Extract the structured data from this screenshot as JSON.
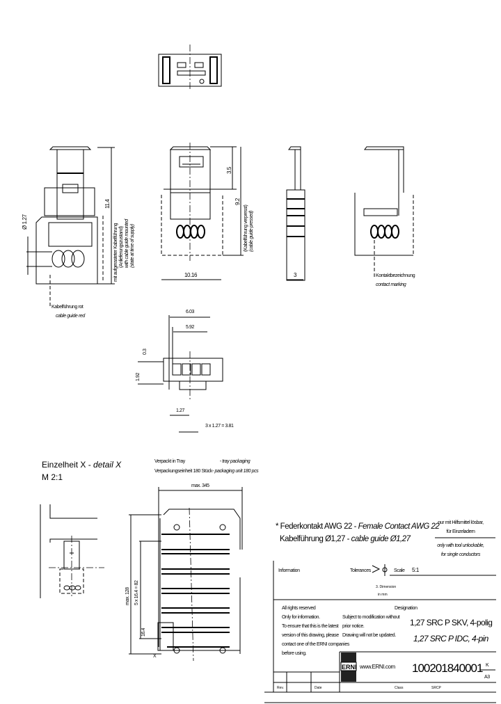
{
  "notes": {
    "cable_guide_red_de": "Kabelführung rot",
    "cable_guide_red_en": "cable guide red",
    "mounted_de": "mit aufgerasteter Kabelführung",
    "mounted_de2": "(Anlieferungszustand)",
    "mounted_en": "with cable guide mounted",
    "mounted_en2": "(state at time of supply)",
    "pressed_de": "(Kabelführung verpresst)",
    "pressed_en": "(cable guide pressed)",
    "contact_marking_de": "Kontaktbezeichnung",
    "contact_marking_en": "contact marking"
  },
  "dimensions": {
    "d_1_27_guide": "Ø 1.27",
    "d_11_4": "11.4",
    "d_3_5": "3.5",
    "d_9_2": "9.2",
    "d_10_16": "10.16",
    "d_3": "3",
    "d_6_03": "6.03",
    "d_5_92": "5.92",
    "d_1_27": "1.27",
    "d_3x127": "3 x 1.27 = 3.81",
    "d_1_92": "1.92",
    "d_0_3": "0.3",
    "d_max345": "max. 345",
    "d_max128": "max. 128",
    "d_5x164": "5 x 16.4 = 82",
    "d_16_4": "16.4",
    "detail_marker": "X"
  },
  "detail": {
    "title_de": "Einzelheit X - ",
    "title_en": "detail X",
    "scale": "M 2:1"
  },
  "packaging": {
    "line1_de": "Verpackt in Tray",
    "line1_en": "- tray packaging",
    "line2_de": "Verpackungseinheit 180 Stück",
    "line2_en": "- packaging unit 180 pcs"
  },
  "product_note": {
    "line1_de": "* Federkontakt AWG 22 - ",
    "line1_en": "Female Contact AWG 22",
    "line2_de": "Kabelführung Ø1,27 - ",
    "line2_en": "cable guide Ø1,27",
    "tool_de1": "nur mit Hilfsmittel lösbar,",
    "tool_de2": "für Einzeladern",
    "tool_en1": "only with tool unlockable,",
    "tool_en2": "for single conductors"
  },
  "title_block": {
    "information": "Information",
    "tolerances": "Tolerances",
    "scale_label": "Scale",
    "scale_value": "5:1",
    "dimension_label": "3. Dimension",
    "dimension_unit": "in mm",
    "rights": [
      "All rights reserved",
      "Only for information.",
      "To ensure that this is the latest",
      "version of this drawing, please",
      "contact one of the ERNI companies",
      "before using."
    ],
    "subject": [
      "Subject to modification without",
      "prior notice.",
      "Drawing will not be updated."
    ],
    "designation_label": "Designation",
    "designation_de": "1,27 SRC P SKV, 4-polig",
    "designation_en": "1,27 SRC P IDC, 4-pin",
    "logo": "ERNI",
    "website": "www.ERNI.com",
    "part_number": "100201840001",
    "sheet_top": "K",
    "format": "A3",
    "row_labels": [
      "Rev.",
      "Date",
      "Class",
      "SRCP"
    ]
  },
  "colors": {
    "line": "#000000",
    "background": "#ffffff"
  }
}
